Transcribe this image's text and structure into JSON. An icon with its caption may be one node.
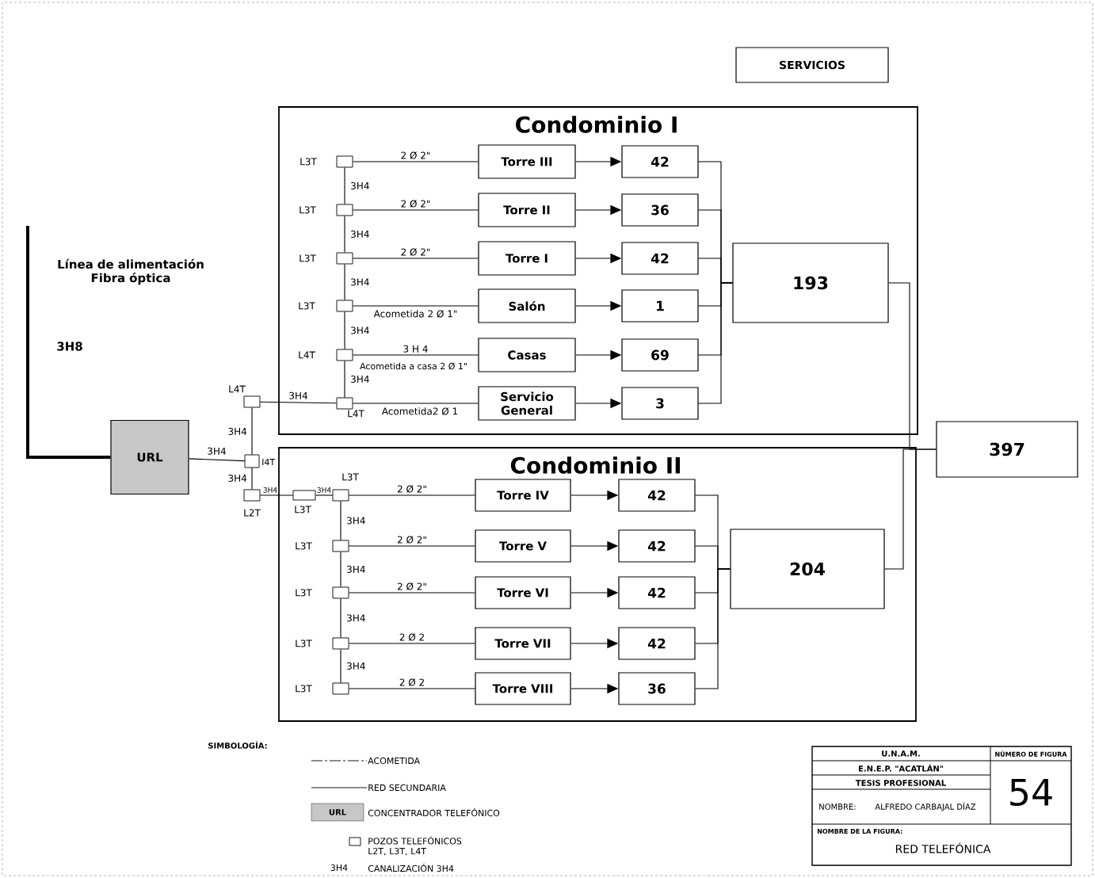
{
  "diagram": {
    "nodes": [
      {
        "text": [
          "SERVICIOS"
        ]
      },
      {
        "text": [
          "Condominio I"
        ]
      },
      {
        "text": [],
        "shape": "box",
        "in": 1,
        "beside": [
          "L3T"
        ]
      },
      {
        "text": [],
        "shape": "box",
        "in": 1,
        "beside": [
          "L3T"
        ]
      },
      {
        "text": [],
        "shape": "box",
        "in": 1,
        "beside": [
          "L3T"
        ]
      },
      {
        "text": [],
        "shape": "box",
        "in": 1,
        "beside": [
          "L3T"
        ]
      },
      {
        "text": [],
        "shape": "box",
        "in": 1,
        "beside": [
          "L4T"
        ]
      },
      {
        "text": [],
        "shape": "box",
        "in": 1,
        "beside": [
          "L4T"
        ]
      },
      {
        "text": [
          "Torre III"
        ],
        "in": 1
      },
      {
        "text": [
          "Torre II"
        ],
        "in": 1
      },
      {
        "text": [
          "Torre I"
        ],
        "in": 1
      },
      {
        "text": [
          "Salón"
        ],
        "in": 1
      },
      {
        "text": [
          "Casas"
        ],
        "in": 1
      },
      {
        "text": [
          "Servicio General"
        ],
        "in": 1
      },
      {
        "text": [
          "42"
        ],
        "in": 1
      },
      {
        "text": [
          "36"
        ],
        "in": 1
      },
      {
        "text": [
          "42"
        ],
        "in": 1
      },
      {
        "text": [
          "1"
        ],
        "in": 1
      },
      {
        "text": [
          "69"
        ],
        "in": 1
      },
      {
        "text": [
          "3"
        ],
        "in": 1
      },
      {
        "text": [
          "193"
        ],
        "in": 1
      },
      {
        "text": [
          "Condominio II"
        ]
      },
      {
        "text": [],
        "shape": "box",
        "in": 21,
        "beside": [
          "L3T"
        ]
      },
      {
        "text": [],
        "shape": "box",
        "in": 21,
        "beside": [
          "L3T"
        ]
      },
      {
        "text": [],
        "shape": "box",
        "in": 21,
        "beside": [
          "L3T"
        ]
      },
      {
        "text": [],
        "shape": "box",
        "in": 21,
        "beside": [
          "L3T"
        ]
      },
      {
        "text": [],
        "shape": "box",
        "in": 21,
        "beside": [
          "L3T"
        ]
      },
      {
        "text": [
          "Torre IV"
        ],
        "in": 21
      },
      {
        "text": [
          "Torre V"
        ],
        "in": 21
      },
      {
        "text": [
          "Torre VI"
        ],
        "in": 21
      },
      {
        "text": [
          "Torre VII"
        ],
        "in": 21
      },
      {
        "text": [
          "Torre VIII"
        ],
        "in": 21
      },
      {
        "text": [
          "42"
        ],
        "in": 21
      },
      {
        "text": [
          "42"
        ],
        "in": 21
      },
      {
        "text": [
          "42"
        ],
        "in": 21
      },
      {
        "text": [
          "42"
        ],
        "in": 21
      },
      {
        "text": [
          "36"
        ],
        "in": 21
      },
      {
        "text": [
          "204"
        ],
        "in": 21
      },
      {
        "text": [
          "397"
        ]
      },
      {
        "text": [
          "URL"
        ]
      },
      {
        "text": [],
        "shape": "box",
        "beside": [
          "L4T"
        ]
      },
      {
        "text": [],
        "shape": "box",
        "beside": [
          "I4T"
        ]
      },
      {
        "text": [],
        "shape": "box",
        "beside": [
          "L2T"
        ]
      },
      {
        "text": [],
        "shape": "box",
        "in": 21,
        "beside": [
          "L3T"
        ]
      }
    ],
    "edges": [
      {
        "from": 2,
        "to": 3,
        "arrow": "none",
        "label": "3H4"
      },
      {
        "from": 3,
        "to": 4,
        "arrow": "none",
        "label": "3H4"
      },
      {
        "from": 4,
        "to": 5,
        "arrow": "none",
        "label": "3H4"
      },
      {
        "from": 5,
        "to": 6,
        "arrow": "none",
        "label": "3H4"
      },
      {
        "from": 6,
        "to": 7,
        "arrow": "none",
        "label": "3H4"
      },
      {
        "from": 2,
        "to": 8,
        "arrow": "none",
        "label": "2 Ø 2\""
      },
      {
        "from": 3,
        "to": 9,
        "arrow": "none",
        "label": "2 Ø 2\""
      },
      {
        "from": 4,
        "to": 10,
        "arrow": "none",
        "label": "2 Ø 2\""
      },
      {
        "from": 5,
        "to": 11,
        "arrow": "none",
        "label": "Acometida 2 Ø 1\""
      },
      {
        "from": 6,
        "to": 12,
        "arrow": "none",
        "label": "3 H 4"
      },
      {
        "from": 7,
        "to": 13,
        "arrow": "none",
        "label": "Acometida2 Ø 1"
      },
      {
        "from": 8,
        "to": 14,
        "arrow": "to"
      },
      {
        "from": 9,
        "to": 15,
        "arrow": "to"
      },
      {
        "from": 10,
        "to": 16,
        "arrow": "to"
      },
      {
        "from": 11,
        "to": 17,
        "arrow": "to"
      },
      {
        "from": 12,
        "to": 18,
        "arrow": "to"
      },
      {
        "from": 13,
        "to": 19,
        "arrow": "to"
      },
      {
        "from": 14,
        "to": 20,
        "arrow": "none"
      },
      {
        "from": 15,
        "to": 20,
        "arrow": "none"
      },
      {
        "from": 16,
        "to": 20,
        "arrow": "none"
      },
      {
        "from": 17,
        "to": 20,
        "arrow": "none"
      },
      {
        "from": 18,
        "to": 20,
        "arrow": "none"
      },
      {
        "from": 19,
        "to": 20,
        "arrow": "none"
      },
      {
        "from": 20,
        "to": 38,
        "arrow": "none"
      },
      {
        "from": 37,
        "to": 38,
        "arrow": "none"
      },
      {
        "from": null,
        "to": 39,
        "arrow": "none",
        "style": "thick"
      },
      {
        "from": 39,
        "to": 41,
        "arrow": "none",
        "label": "3H4"
      },
      {
        "from": 40,
        "to": 41,
        "arrow": "none",
        "label": "3H4"
      },
      {
        "from": 41,
        "to": 42,
        "arrow": "none",
        "label": "3H4"
      },
      {
        "from": 40,
        "to": 7,
        "arrow": "none",
        "label": "3H4"
      },
      {
        "from": 42,
        "to": 43,
        "arrow": "none",
        "label": "3H4"
      },
      {
        "from": 43,
        "to": 22,
        "arrow": "none",
        "label": "3H4"
      },
      {
        "from": 22,
        "to": 23,
        "arrow": "none",
        "label": "3H4"
      },
      {
        "from": 23,
        "to": 24,
        "arrow": "none",
        "label": "3H4"
      },
      {
        "from": 24,
        "to": 25,
        "arrow": "none",
        "label": "3H4"
      },
      {
        "from": 25,
        "to": 26,
        "arrow": "none",
        "label": "3H4"
      },
      {
        "from": 22,
        "to": 27,
        "arrow": "none",
        "label": "2 Ø 2\""
      },
      {
        "from": 23,
        "to": 28,
        "arrow": "none",
        "label": "2 Ø 2\""
      },
      {
        "from": 24,
        "to": 29,
        "arrow": "none",
        "label": "2 Ø 2\""
      },
      {
        "from": 25,
        "to": 30,
        "arrow": "none",
        "label": "2 Ø 2"
      },
      {
        "from": 26,
        "to": 31,
        "arrow": "none",
        "label": "2 Ø 2"
      },
      {
        "from": 27,
        "to": 32,
        "arrow": "to"
      },
      {
        "from": 28,
        "to": 33,
        "arrow": "to"
      },
      {
        "from": 29,
        "to": 34,
        "arrow": "to"
      },
      {
        "from": 30,
        "to": 35,
        "arrow": "to"
      },
      {
        "from": 31,
        "to": 36,
        "arrow": "to"
      },
      {
        "from": 32,
        "to": 37,
        "arrow": "none"
      },
      {
        "from": 33,
        "to": 37,
        "arrow": "none"
      },
      {
        "from": 34,
        "to": 37,
        "arrow": "none"
      },
      {
        "from": 35,
        "to": 37,
        "arrow": "none"
      },
      {
        "from": 36,
        "to": 37,
        "arrow": "none"
      }
    ],
    "labels": [
      "Línea de alimentación Fibra óptica",
      "3H8",
      "Acometida a casa 2 Ø 1\"",
      "SIMBOLOGÍA:",
      "URL",
      "3H4",
      "U.N.A.M.",
      "NÚMERO DE FIGURA",
      "E.N.E.P. \"ACATLÁN\"",
      "TESIS PROFESIONAL",
      "NOMBRE:",
      "ALFREDO CARBAJAL DÍAZ",
      "54",
      "NOMBRE DE LA FIGURA:",
      "RED TELEFÓNICA"
    ],
    "legend": [
      {
        "text": "ACOMETIDA"
      },
      {
        "text": "RED SECUNDARIA"
      },
      {
        "text": "CONCENTRADOR TELEFÓNICO"
      },
      {
        "text": "POZOS TELEFÓNICOS L2T, L3T, L4T"
      },
      {
        "text": "CANALIZACIÓN 3H4"
      }
    ]
  }
}
